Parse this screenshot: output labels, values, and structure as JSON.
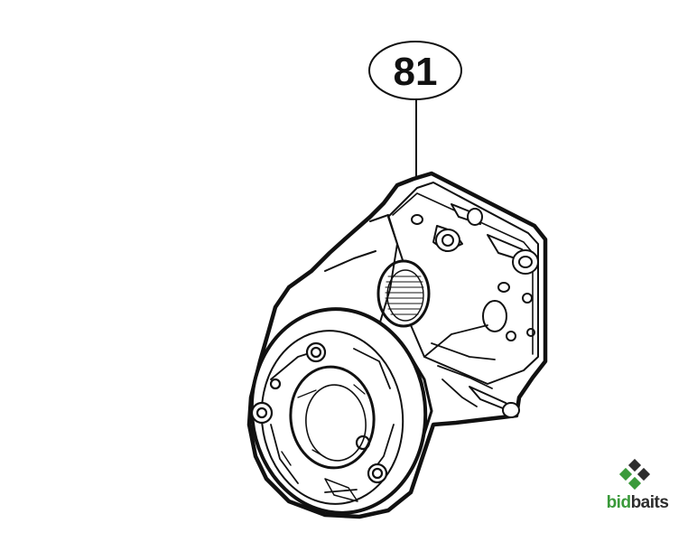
{
  "callout": {
    "number": "81"
  },
  "logo": {
    "text_bid": "bid",
    "text_baits": "baits",
    "brand_color": "#3a9a3a",
    "dark_color": "#2d2d2d"
  },
  "icons": [
    "bidbaits-logo-icon"
  ]
}
